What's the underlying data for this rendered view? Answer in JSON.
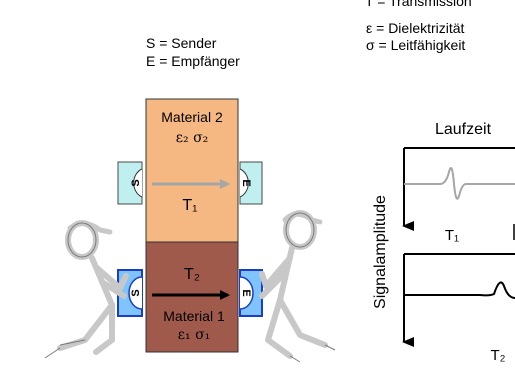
{
  "legend_left": {
    "sender": "S = Sender",
    "receiver": "E = Empfänger"
  },
  "legend_right": {
    "transmission": "T = Transmission",
    "dielectric": "ε = Dielektrizität",
    "conductivity": "σ = Leitfähigkeit"
  },
  "material_top": {
    "name": "Material 2",
    "props": "ε₂ σ₂",
    "signal": "T₁"
  },
  "material_bottom": {
    "name": "Material 1",
    "props": "ε₁ σ₁",
    "signal": "T₂"
  },
  "sender_label": "S",
  "receiver_label": "E",
  "graph": {
    "title": "Laufzeit",
    "ylabel": "Signalamplitude",
    "trace_top_label": "T₁",
    "trace_bottom_label": "T₂"
  },
  "colors": {
    "material_top": "#f5b882",
    "material_bottom": "#a05a4c",
    "sender_top_fill": "#bfefef",
    "sender_bottom_fill": "#7fc4ff",
    "person": "#c8c8c8"
  }
}
